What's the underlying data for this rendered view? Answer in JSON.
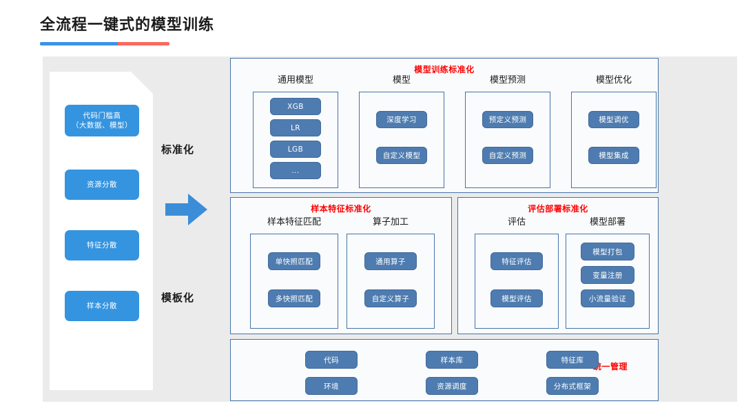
{
  "page_title": "全流程一键式的模型训练",
  "accent_colors": {
    "rule_blue": "#3b93e8",
    "rule_red": "#fa6a5e",
    "left_chip_blue": "#3494e0",
    "right_chip_blue": "#4e7cb0",
    "panel_border": "#4472a8",
    "panel_title_red": "#ff0000",
    "backdrop_gray": "#ebebeb",
    "arrow_blue": "#3b8dd8"
  },
  "left_card": {
    "chips": [
      {
        "line1": "代码门槛高",
        "line2": "（大数据、模型）"
      },
      {
        "line1": "资源分散",
        "line2": ""
      },
      {
        "line1": "特征分散",
        "line2": ""
      },
      {
        "line1": "样本分散",
        "line2": ""
      }
    ]
  },
  "stages": {
    "top_label": "标准化",
    "bottom_label": "模板化",
    "arrow_icon": "right-arrow-icon"
  },
  "panels": [
    {
      "id": "model-training",
      "title": "模型训练标准化",
      "columns": [
        {
          "head": "通用模型",
          "chips": [
            "XGB",
            "LR",
            "LGB",
            "..."
          ]
        },
        {
          "head": "模型",
          "chips": [
            "深度学习",
            "自定义模型"
          ]
        },
        {
          "head": "模型预测",
          "chips": [
            "预定义预测",
            "自定义预测"
          ]
        },
        {
          "head": "模型优化",
          "chips": [
            "模型调优",
            "模型集成"
          ]
        }
      ]
    },
    {
      "id": "sample-feature",
      "title": "样本特征标准化",
      "columns": [
        {
          "head": "样本特征匹配",
          "chips": [
            "单快照匹配",
            "多快照匹配"
          ]
        },
        {
          "head": "算子加工",
          "chips": [
            "通用算子",
            "自定义算子"
          ]
        }
      ]
    },
    {
      "id": "eval-deploy",
      "title": "评估部署标准化",
      "columns": [
        {
          "head": "评估",
          "chips": [
            "特征评估",
            "模型评估"
          ]
        },
        {
          "head": "模型部署",
          "chips": [
            "模型打包",
            "变量注册",
            "小流量验证"
          ]
        }
      ]
    }
  ],
  "bottom_panel": {
    "title": "统一管理",
    "chips": [
      "代码",
      "样本库",
      "特征库",
      "环境",
      "资源调度",
      "分布式框架"
    ]
  }
}
